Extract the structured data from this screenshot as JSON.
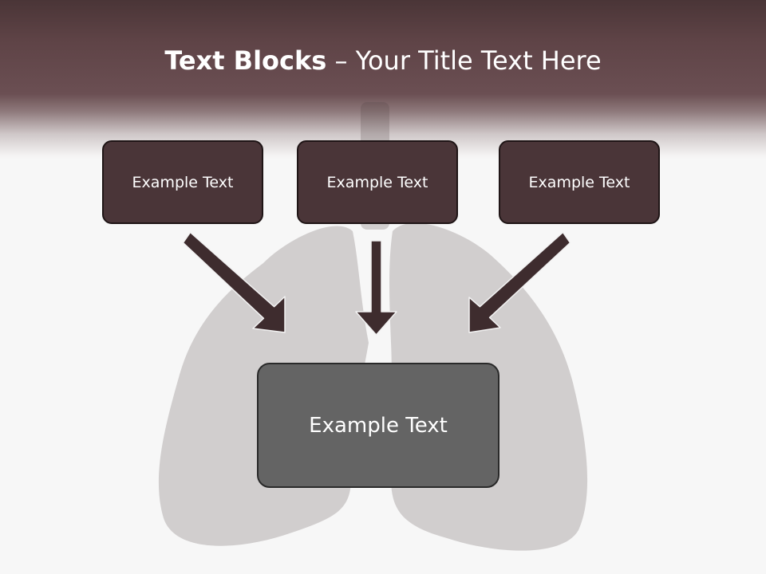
{
  "slide": {
    "title_bold": "Text Blocks",
    "title_rest": " – Your Title Text Here"
  },
  "blocks": {
    "top": [
      {
        "label": "Example Text"
      },
      {
        "label": "Example Text"
      },
      {
        "label": "Example Text"
      }
    ],
    "main": {
      "label": "Example Text"
    }
  },
  "colors": {
    "header": "#6b4f53",
    "box_fill": "#4a3538",
    "main_box_fill": "#646464",
    "arrow": "#3e2c2e"
  }
}
